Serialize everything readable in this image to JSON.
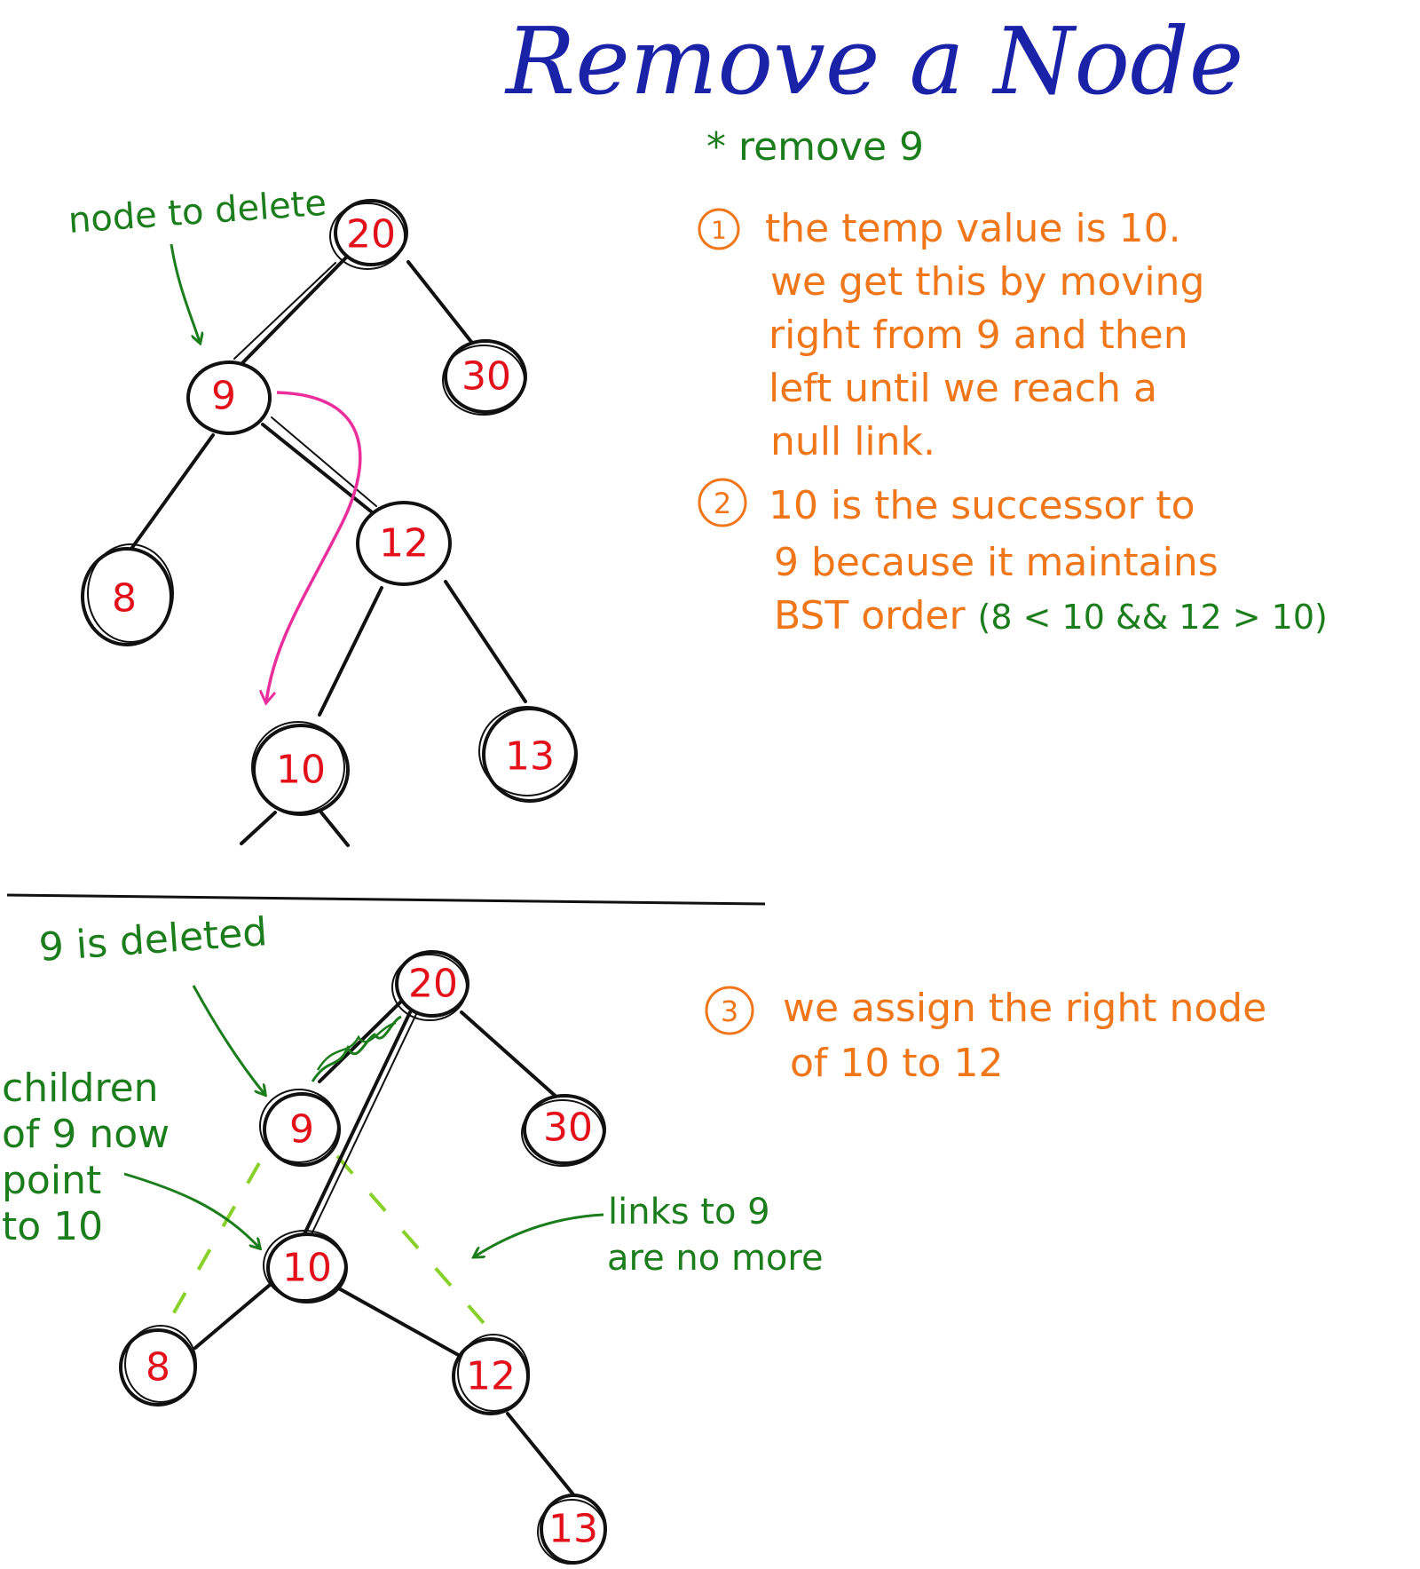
{
  "title": "Remove a Node",
  "colors": {
    "title": "#1a23a8",
    "node_label": "#e3101a",
    "annotation": "#1b7d1b",
    "step": "#f0761a",
    "arrow_pink": "#ea2f9c",
    "removed_link": "#88d12a",
    "edge": "#111111"
  },
  "top": {
    "remove_note": "* remove 9",
    "pointer_label": "node to delete",
    "nodes": {
      "n20": "20",
      "n9": "9",
      "n30": "30",
      "n12": "12",
      "n8": "8",
      "n10": "10",
      "n13": "13"
    },
    "step1": {
      "marker": "1",
      "lines": [
        "the temp value is 10.",
        "we get this by moving",
        "right from 9 and then",
        "left until we reach a",
        "null link."
      ]
    },
    "step2": {
      "marker": "2",
      "lines": [
        "10 is the successor to",
        "9 because it maintains"
      ],
      "line3_prefix": "BST order ",
      "line3_paren": "(8 < 10 && 12 > 10)"
    }
  },
  "bottom": {
    "deleted_label": "9 is deleted",
    "children_label": [
      "children",
      "of 9 now",
      "point",
      "to 10"
    ],
    "links_label": [
      "links to 9",
      "are no more"
    ],
    "nodes": {
      "n20": "20",
      "n9": "9",
      "n30": "30",
      "n10": "10",
      "n8": "8",
      "n12": "12",
      "n13": "13"
    },
    "step3": {
      "marker": "3",
      "lines": [
        "we assign the right node",
        "of 10 to 12"
      ]
    }
  }
}
